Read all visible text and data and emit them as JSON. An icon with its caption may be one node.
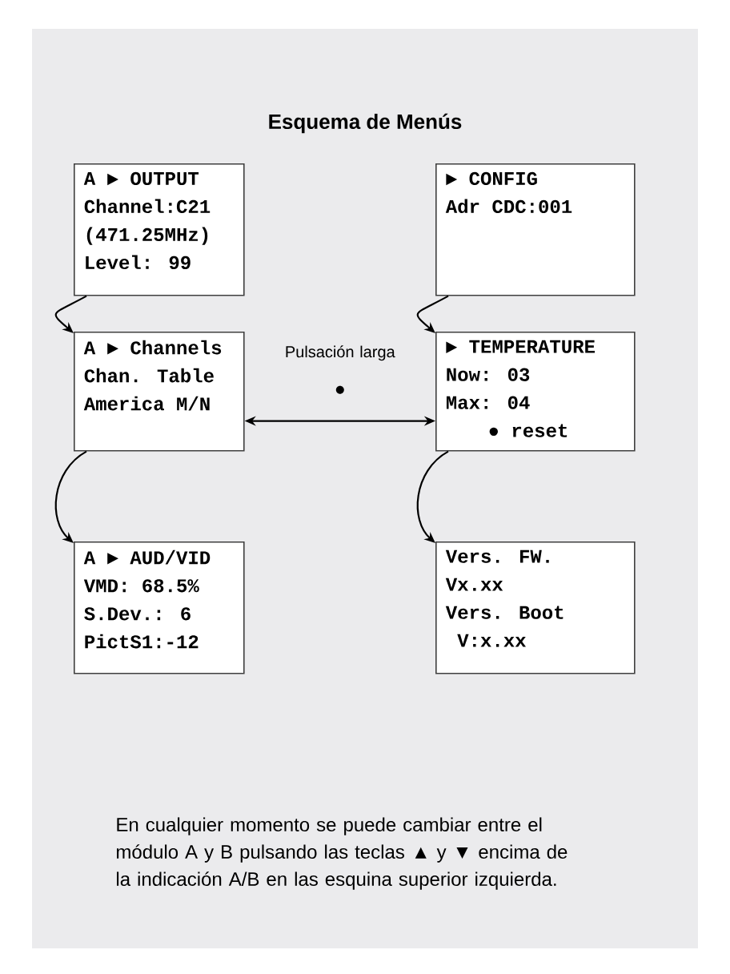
{
  "diagram": {
    "title": "Esquema de Menús",
    "nodes": [
      {
        "text": [
          "A ► OUTPUT",
          "Channel:C21",
          "(471.25MHz)",
          "Level: 99"
        ]
      },
      {
        "text": [
          "A ► Channels",
          "Chan. Table",
          "America M/N"
        ]
      },
      {
        "text": [
          "A ► AUD/VID",
          "VMD: 68.5%",
          "S.Dev.: 6",
          "PictS1:-12"
        ]
      },
      {
        "text": [
          "► CONFIG",
          "Adr CDC:001"
        ]
      },
      {
        "text": [
          "► TEMPERATURE",
          "Now: 03",
          "Max: 04",
          "● reset"
        ]
      },
      {
        "text": [
          "Vers. FW.",
          "Vx.xx",
          "Vers. Boot",
          "V:x.xx"
        ]
      }
    ],
    "edges": [
      {
        "from": 0,
        "to": 1,
        "arrow": "to"
      },
      {
        "from": 1,
        "to": 2,
        "arrow": "to"
      },
      {
        "from": 3,
        "to": 4,
        "arrow": "to"
      },
      {
        "from": 4,
        "to": 5,
        "arrow": "to"
      },
      {
        "from": 1,
        "to": 4,
        "arrow": "both",
        "label": "Pulsación larga"
      }
    ],
    "caption": "En cualquier momento se puede cambiar entre el módulo A y B pulsando las teclas ▲ y ▼ encima de la indicación A/B en las esquina superior izquierda."
  }
}
